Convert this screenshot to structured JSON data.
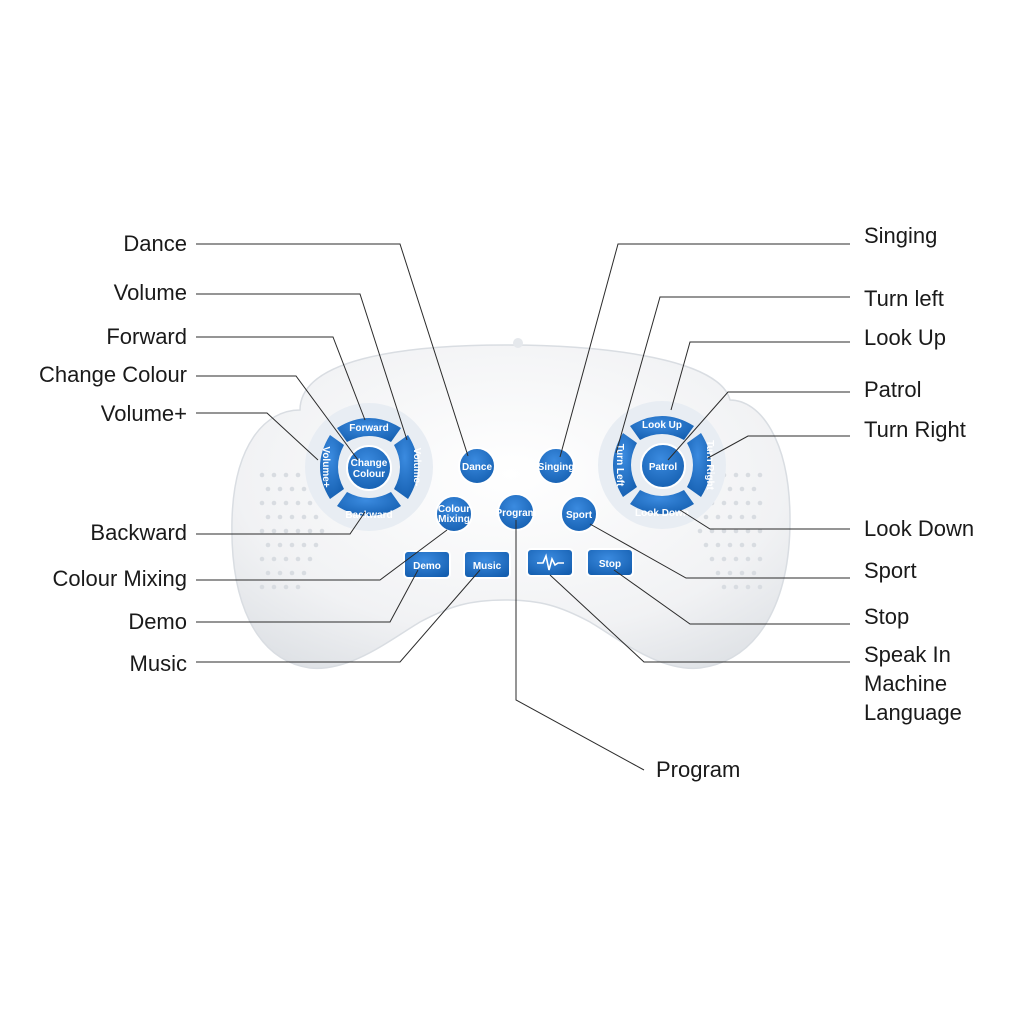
{
  "colors": {
    "button_blue": "#1d6fc4",
    "button_dark": "#0f4f98",
    "body_white": "#f4f5f6",
    "ring": "#e2e8f0"
  },
  "callouts": {
    "dance": "Dance",
    "volume": "Volume",
    "forward": "Forward",
    "change_colour": "Change Colour",
    "volume_plus": "Volume+",
    "backward": "Backward",
    "colour_mixing": "Colour Mixing",
    "demo": "Demo",
    "music": "Music",
    "singing": "Singing",
    "turn_left": "Turn left",
    "look_up": "Look Up",
    "patrol": "Patrol",
    "turn_right": "Turn Right",
    "look_down": "Look Down",
    "sport": "Sport",
    "stop": "Stop",
    "speak_line1": "Speak In",
    "speak_line2": "Machine",
    "speak_line3": "Language",
    "program": "Program"
  },
  "buttons": {
    "forward": "Forward",
    "backward": "Backward",
    "volume_plus": "Volume+",
    "volume_minus": "Volume-",
    "change_colour_1": "Change",
    "change_colour_2": "Colour",
    "dance": "Dance",
    "singing": "Singing",
    "colour_mixing_1": "Colour",
    "colour_mixing_2": "Mixing",
    "program": "Program",
    "sport": "Sport",
    "demo": "Demo",
    "music": "Music",
    "stop": "Stop",
    "look_up": "Look Up",
    "look_down": "Look Down",
    "turn_left": "Turn Left",
    "turn_right": "Turn Right",
    "patrol": "Patrol",
    "speak_icon": "waveform-icon"
  }
}
